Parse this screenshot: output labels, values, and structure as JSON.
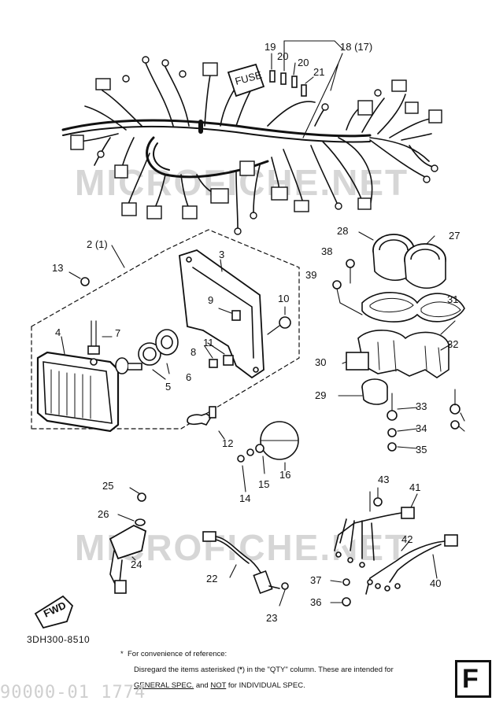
{
  "watermarks": [
    "MICROFICHE.NET",
    "MICROFICHE.NET"
  ],
  "callouts": {
    "c19": "19",
    "c20a": "20",
    "c20b": "20",
    "c18": "18 (17)",
    "c21": "21",
    "c2": "2 (1)",
    "c3": "3",
    "c13": "13",
    "c9": "9",
    "c10": "10",
    "c4": "4",
    "c7": "7",
    "c11": "11",
    "c8": "8",
    "c5": "5",
    "c6": "6",
    "c12": "12",
    "c28": "28",
    "c27": "27",
    "c38": "38",
    "c39": "39",
    "c31": "31",
    "c32": "32",
    "c30": "30",
    "c29": "29",
    "c33": "33",
    "c34": "34",
    "c35": "35",
    "c16": "16",
    "c15": "15",
    "c14": "14",
    "c25": "25",
    "c26": "26",
    "c24": "24",
    "c22": "22",
    "c23": "23",
    "c43": "43",
    "c41": "41",
    "c42": "42",
    "c37": "37",
    "c36": "36",
    "c40": "40"
  },
  "labels": {
    "fuse": "FUSE",
    "fwd": "FWD"
  },
  "footer": {
    "diagram_code": "3DH300-8510",
    "note_line1": "For convenience of reference:",
    "note_line2_pre": "Disregard the items asterisked (",
    "note_line2_star": "*",
    "note_line2_post": ") in the \"QTY\" column.  These are intended for",
    "note_spec_general": "GENERAL SPEC.",
    "note_spec_and": " and ",
    "note_spec_not": "NOT",
    "note_spec_post": " for INDIVIDUAL SPEC.",
    "asterisk": "*",
    "section_letter": "F",
    "stamp_text": "90000-01 1774"
  }
}
